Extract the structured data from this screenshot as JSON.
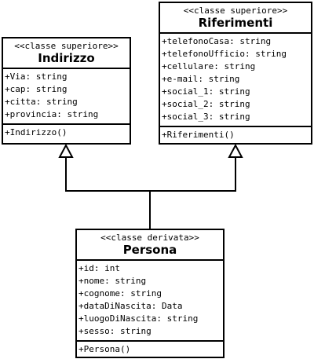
{
  "classes": {
    "indirizzo": {
      "stereotype": "<<classe superiore>>",
      "name": "Indirizzo",
      "attributes": [
        "+Via: string",
        "+cap: string",
        "+citta: string",
        "+provincia: string"
      ],
      "operations": [
        "+Indirizzo()"
      ]
    },
    "riferimenti": {
      "stereotype": "<<classe superiore>>",
      "name": "Riferimenti",
      "attributes": [
        "+telefonoCasa: string",
        "+telefonoUfficio: string",
        "+cellulare: string",
        "+e-mail: string",
        "+social_1: string",
        "+social_2: string",
        "+social_3: string"
      ],
      "operations": [
        "+Riferimenti()"
      ]
    },
    "persona": {
      "stereotype": "<<classe derivata>>",
      "name": "Persona",
      "attributes": [
        "+id: int",
        "+nome: string",
        "+cognome: string",
        "+dataDiNascita: Data",
        "+luogoDiNascita: string",
        "+sesso: string"
      ],
      "operations": [
        "+Persona()"
      ]
    }
  }
}
